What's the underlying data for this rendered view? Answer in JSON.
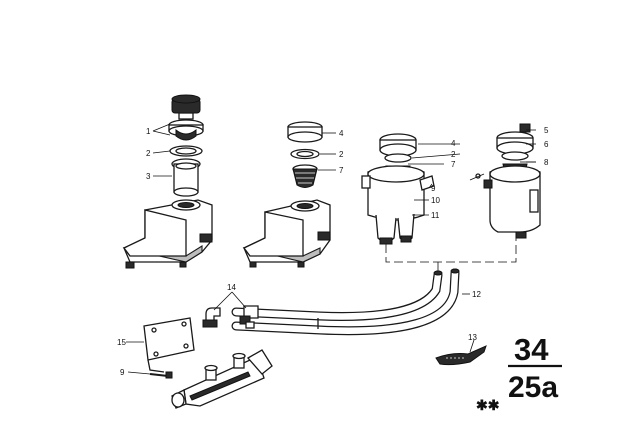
{
  "diagram": {
    "group_number": "34",
    "subgroup_code": "25a",
    "marks": "✱✱",
    "callouts": {
      "left_1": "1",
      "left_2": "2",
      "left_3": "3",
      "mid_4": "4",
      "mid_2": "2",
      "mid_7": "7",
      "c_4": "4",
      "c_2": "2",
      "c_7": "7",
      "c_9": "9",
      "c_10": "10",
      "c_11": "11",
      "r_5": "5",
      "r_6": "6",
      "r_8": "8",
      "pipe_12": "12",
      "hose_13": "13",
      "elbow_14": "14",
      "bracket_15": "15",
      "screw_9": "9"
    }
  }
}
